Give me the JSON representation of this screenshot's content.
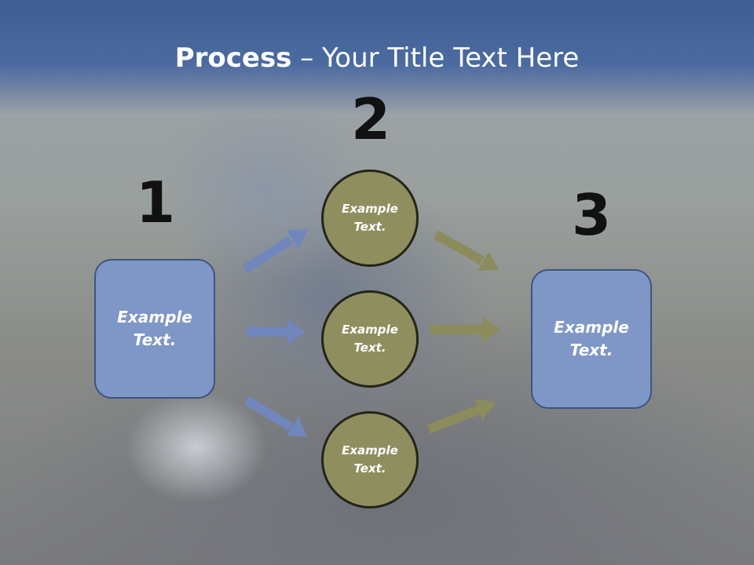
{
  "slide": {
    "title_bold": "Process",
    "title_rest": " – Your Title Text Here",
    "step_numbers": [
      "1",
      "2",
      "3"
    ],
    "left_box": "Example Text.",
    "circles": [
      "Example Text.",
      "Example Text.",
      "Example Text."
    ],
    "right_box": "Example Text."
  },
  "colors": {
    "title_band": "#4a6aa0",
    "box_fill": "#7f97c6",
    "circle_fill": "#8f8e5f",
    "arrow_blue": "#7086bd",
    "arrow_olive": "#8c8b5c"
  }
}
